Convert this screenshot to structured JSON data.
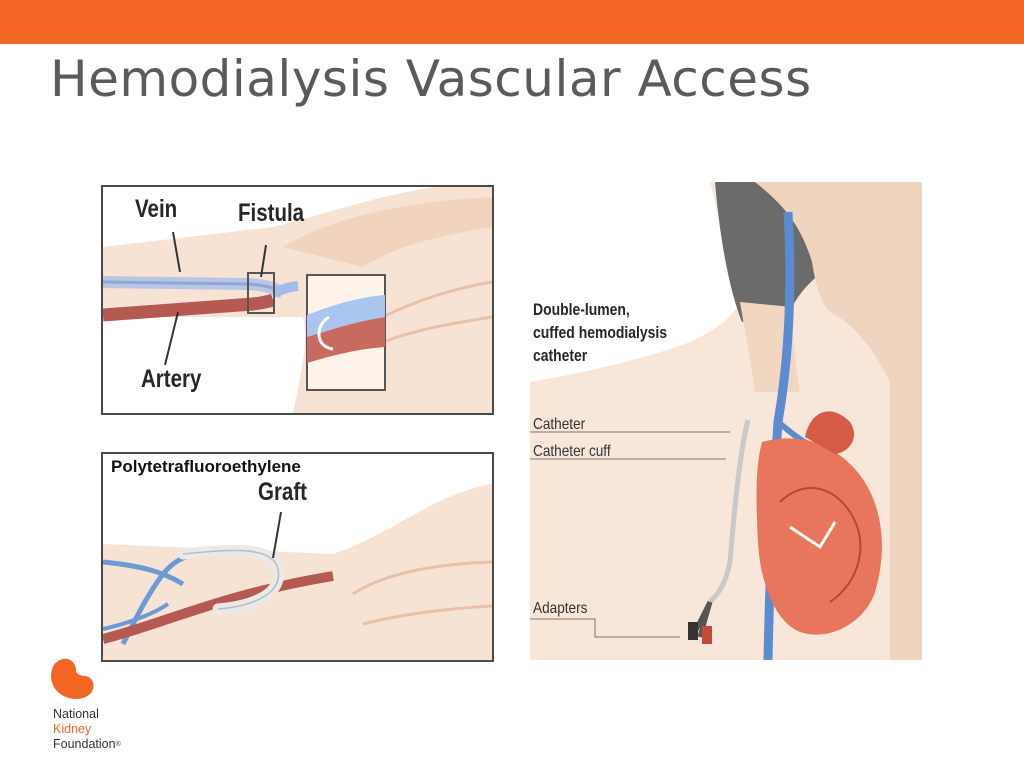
{
  "slide": {
    "title": "Hemodialysis Vascular Access",
    "accent_color": "#f26522"
  },
  "fistula_panel": {
    "label_vein": "Vein",
    "label_fistula": "Fistula",
    "label_artery": "Artery"
  },
  "graft_panel": {
    "label_material": "Polytetrafluoroethylene",
    "label_graft": "Graft"
  },
  "catheter_panel": {
    "title_line1": "Double-lumen,",
    "title_line2": "cuffed hemodialysis",
    "title_line3": "catheter",
    "label_catheter": "Catheter",
    "label_cuff": "Catheter cuff",
    "label_adapters": "Adapters"
  },
  "logo": {
    "line1": "National",
    "line2": "Kidney",
    "line3": "Foundation",
    "mark": "®",
    "icon": "kidney-icon"
  }
}
